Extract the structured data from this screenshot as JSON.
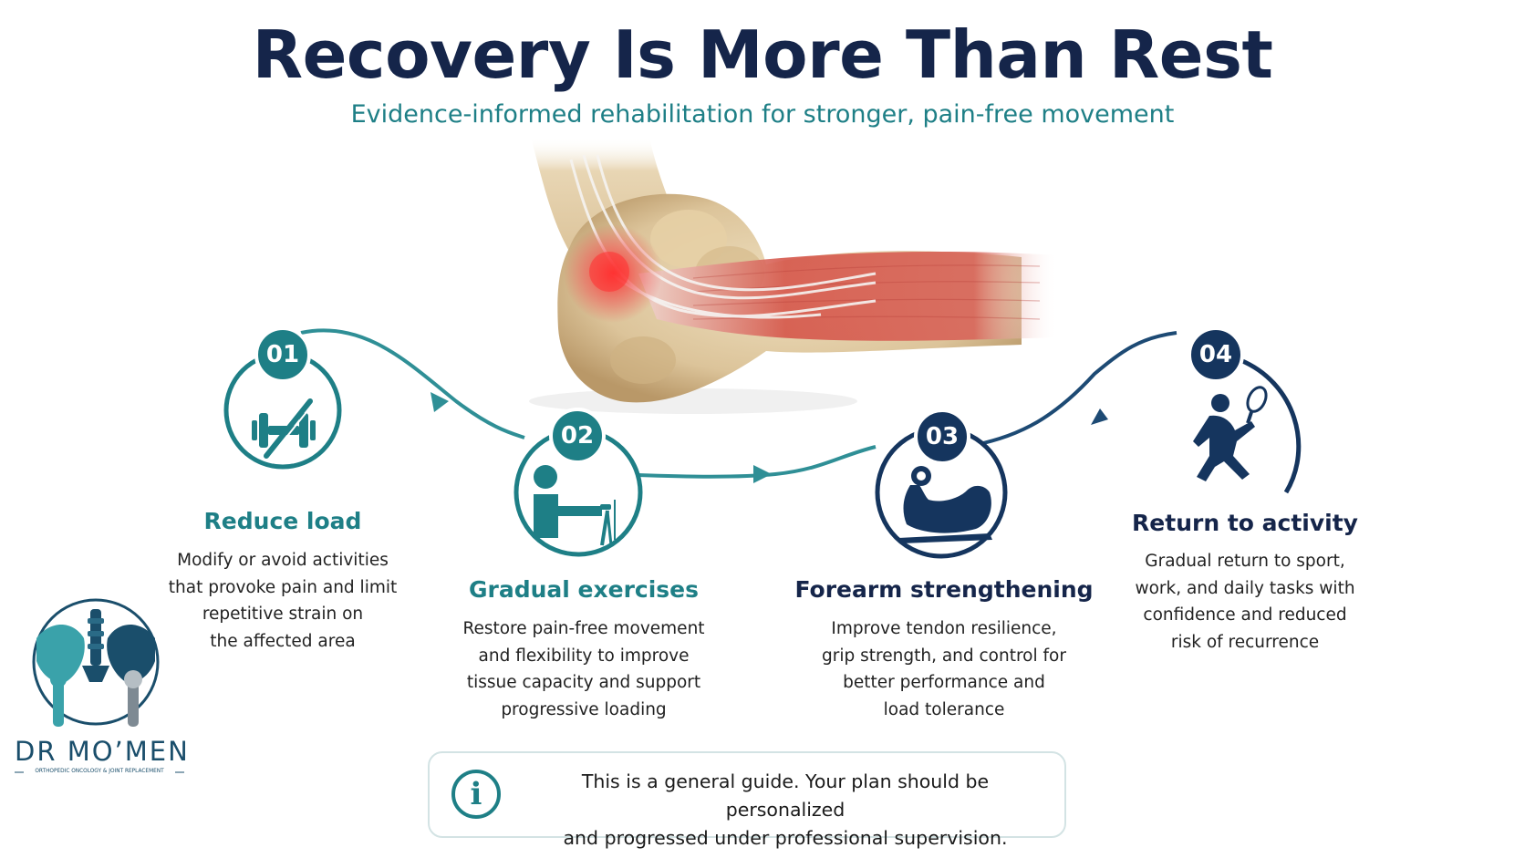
{
  "header": {
    "title": "Recovery Is More Than Rest",
    "subtitle": "Evidence-informed rehabilitation for stronger, pain-free movement"
  },
  "illustration": "elbow-tendon-anatomy",
  "colors": {
    "teal": "#1e7f86",
    "navy": "#15254a",
    "accent_red": "#e23a3a"
  },
  "steps": [
    {
      "number": "01",
      "title": "Reduce load",
      "icon": "dumbbell-crossed-icon",
      "lines": [
        "Modify or avoid activities",
        "that provoke pain and limit",
        "repetitive strain on",
        "the affected area"
      ]
    },
    {
      "number": "02",
      "title": "Gradual exercises",
      "icon": "arm-stretch-icon",
      "lines": [
        "Restore pain-free movement",
        "and flexibility to improve",
        "tissue capacity and support",
        "progressive loading"
      ]
    },
    {
      "number": "03",
      "title": "Forearm strengthening",
      "icon": "flexed-arm-dumbbell-icon",
      "lines": [
        "Improve tendon resilience,",
        "grip strength, and control for",
        "better performance and",
        "load tolerance"
      ]
    },
    {
      "number": "04",
      "title": "Return to activity",
      "icon": "tennis-player-icon",
      "lines": [
        "Gradual return to sport,",
        "work, and daily tasks with",
        "confidence and reduced",
        "risk of recurrence"
      ]
    }
  ],
  "note": {
    "icon": "info-icon",
    "line1": "This is a general guide. Your plan should be personalized",
    "line2": "and progressed under professional supervision."
  },
  "brand": {
    "name": "DR MO’MEN",
    "tagline": "ORTHOPEDIC ONCOLOGY & JOINT REPLACEMENT"
  }
}
